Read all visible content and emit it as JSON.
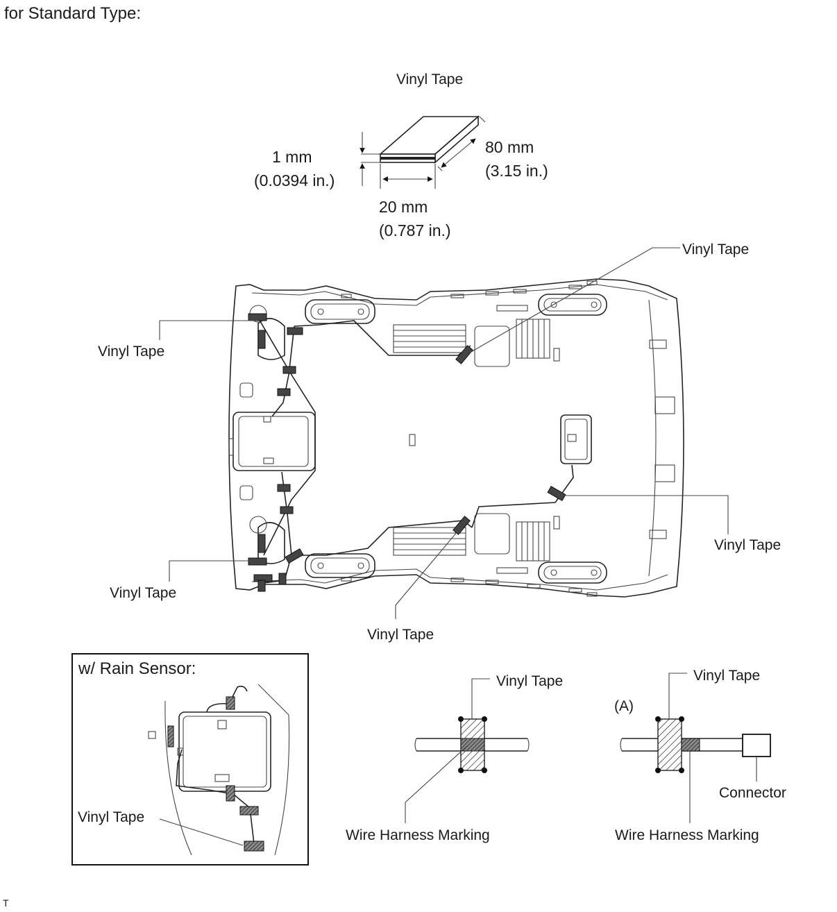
{
  "header": {
    "title": "for Standard Type:"
  },
  "dimension_callout": {
    "label": "Vinyl Tape",
    "thickness_mm": "1 mm",
    "thickness_in": "(0.0394 in.)",
    "length_mm": "80 mm",
    "length_in": "(3.15 in.)",
    "width_mm": "20 mm",
    "width_in": "(0.787 in.)"
  },
  "headliner_labels": {
    "top_right": "Vinyl Tape",
    "upper_left": "Vinyl Tape",
    "lower_left": "Vinyl Tape",
    "bottom_center": "Vinyl Tape",
    "right": "Vinyl Tape"
  },
  "rain_sensor_inset": {
    "title": "w/ Rain Sensor:",
    "label": "Vinyl Tape"
  },
  "detail_center": {
    "tape_label": "Vinyl Tape",
    "marking_label": "Wire Harness Marking"
  },
  "detail_right": {
    "tag": "(A)",
    "tape_label": "Vinyl Tape",
    "connector_label": "Connector",
    "marking_label": "Wire Harness Marking"
  },
  "footer": {
    "mark": "T"
  }
}
